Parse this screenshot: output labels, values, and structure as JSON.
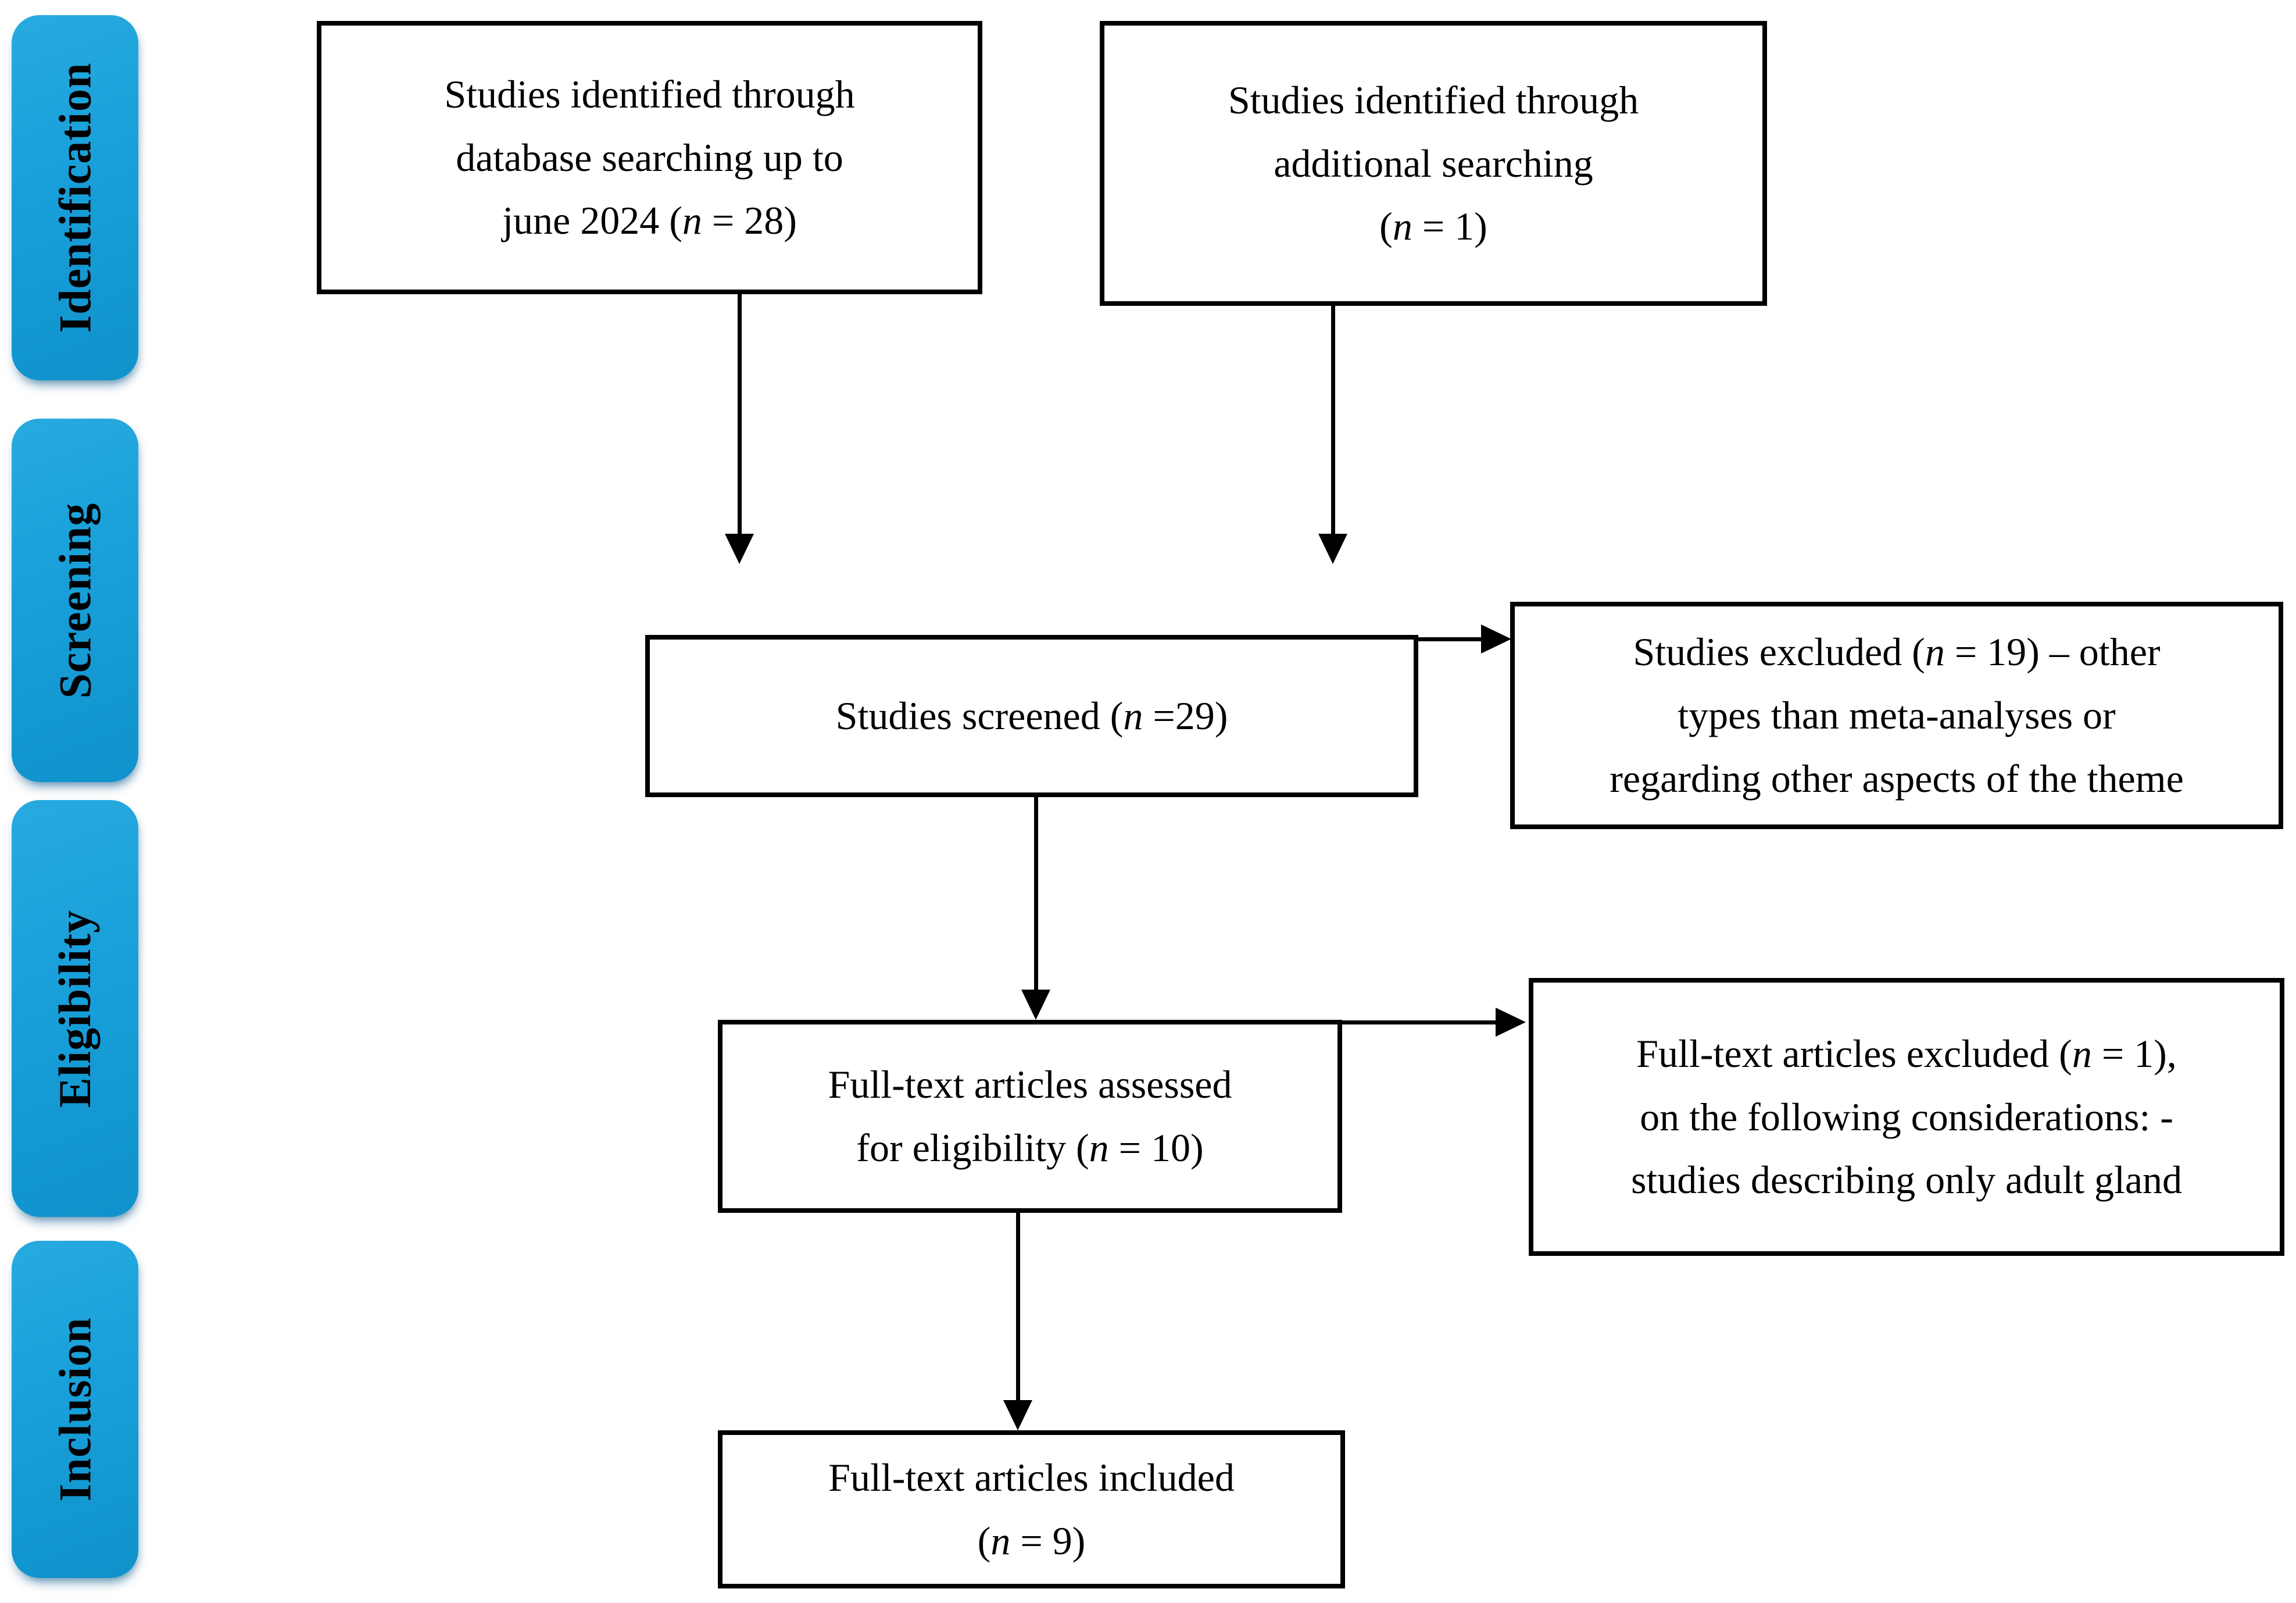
{
  "palette": {
    "stage_blue": "#189FD9",
    "box_border": "#000000",
    "text": "#000000",
    "background": "#FFFFFF"
  },
  "sidebar": {
    "stages": [
      {
        "label": "Identification"
      },
      {
        "label": "Screening"
      },
      {
        "label": "Eligibility"
      },
      {
        "label": "Inclusion"
      }
    ]
  },
  "flow": {
    "identified_database": "Studies identified through\ndatabase searching up to\njune 2024 (n = 28)",
    "identified_additional": "Studies identified through\nadditional searching\n(n = 1)",
    "screened": "Studies screened (n =29)",
    "excluded_screening": "Studies excluded (n = 19) – other\ntypes than meta-analyses or\nregarding other aspects of the theme",
    "fulltext_assessed": "Full-text articles assessed\nfor eligibility (n = 10)",
    "fulltext_excluded": "Full-text articles excluded (n = 1),\non the following considerations: -\nstudies describing only adult gland",
    "fulltext_included": "Full-text articles included\n(n = 9)"
  }
}
